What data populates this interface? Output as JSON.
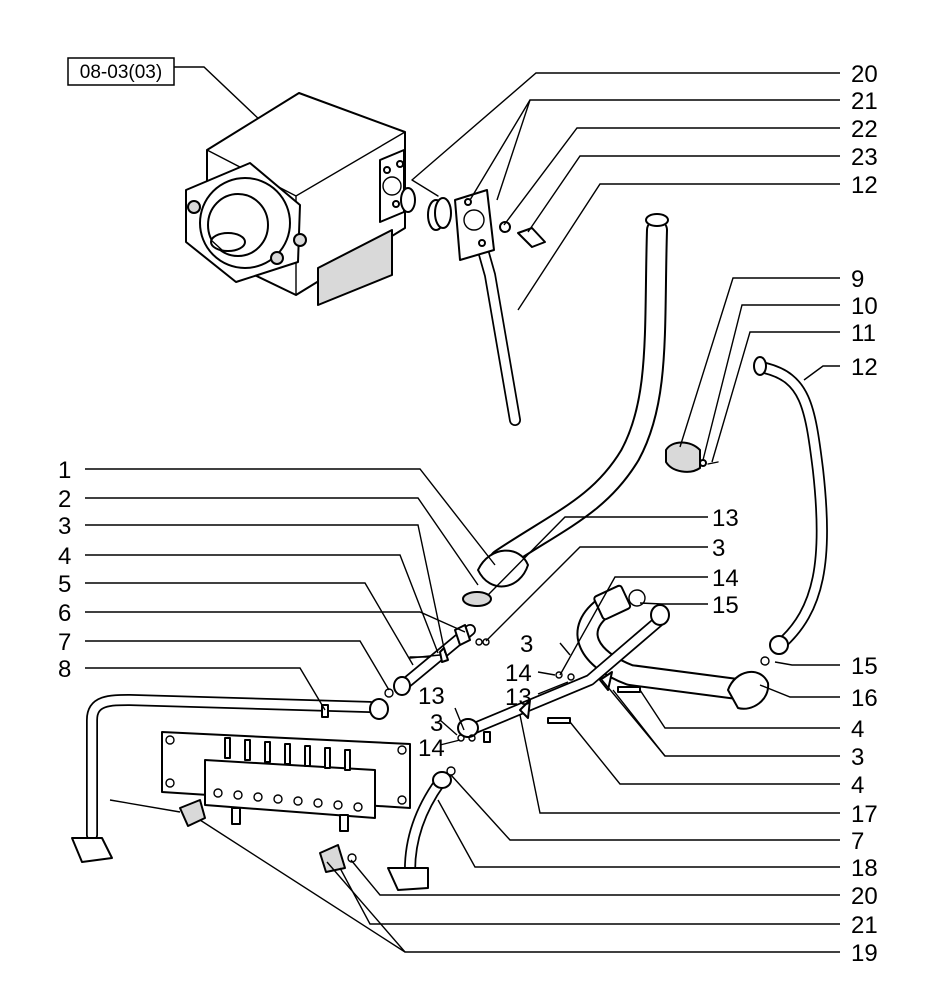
{
  "diagram": {
    "reference_box": "08-03(03)",
    "callouts": [
      {
        "id": "c-top-20",
        "text": "20"
      },
      {
        "id": "c-top-21",
        "text": "21"
      },
      {
        "id": "c-top-22",
        "text": "22"
      },
      {
        "id": "c-top-23",
        "text": "23"
      },
      {
        "id": "c-top-12",
        "text": "12"
      },
      {
        "id": "c-r-9",
        "text": "9"
      },
      {
        "id": "c-r-10",
        "text": "10"
      },
      {
        "id": "c-r-11",
        "text": "11"
      },
      {
        "id": "c-r-12",
        "text": "12"
      },
      {
        "id": "c-l-1",
        "text": "1"
      },
      {
        "id": "c-l-2",
        "text": "2"
      },
      {
        "id": "c-l-3",
        "text": "3"
      },
      {
        "id": "c-l-4",
        "text": "4"
      },
      {
        "id": "c-l-5",
        "text": "5"
      },
      {
        "id": "c-l-6",
        "text": "6"
      },
      {
        "id": "c-l-7",
        "text": "7"
      },
      {
        "id": "c-l-8",
        "text": "8"
      },
      {
        "id": "c-m-13a",
        "text": "13"
      },
      {
        "id": "c-m-3a",
        "text": "3"
      },
      {
        "id": "c-m-14a",
        "text": "14"
      },
      {
        "id": "c-m-15a",
        "text": "15"
      },
      {
        "id": "c-c-3",
        "text": "3"
      },
      {
        "id": "c-c-14",
        "text": "14"
      },
      {
        "id": "c-c-13",
        "text": "13"
      },
      {
        "id": "c-c2-13",
        "text": "13"
      },
      {
        "id": "c-c2-3",
        "text": "3"
      },
      {
        "id": "c-c2-14",
        "text": "14"
      },
      {
        "id": "c-r-15",
        "text": "15"
      },
      {
        "id": "c-r-16",
        "text": "16"
      },
      {
        "id": "c-r-4a",
        "text": "4"
      },
      {
        "id": "c-r-3",
        "text": "3"
      },
      {
        "id": "c-r-4b",
        "text": "4"
      },
      {
        "id": "c-r-17",
        "text": "17"
      },
      {
        "id": "c-r-7",
        "text": "7"
      },
      {
        "id": "c-r-18",
        "text": "18"
      },
      {
        "id": "c-r-20",
        "text": "20"
      },
      {
        "id": "c-r-21",
        "text": "21"
      },
      {
        "id": "c-r-19",
        "text": "19"
      }
    ]
  }
}
